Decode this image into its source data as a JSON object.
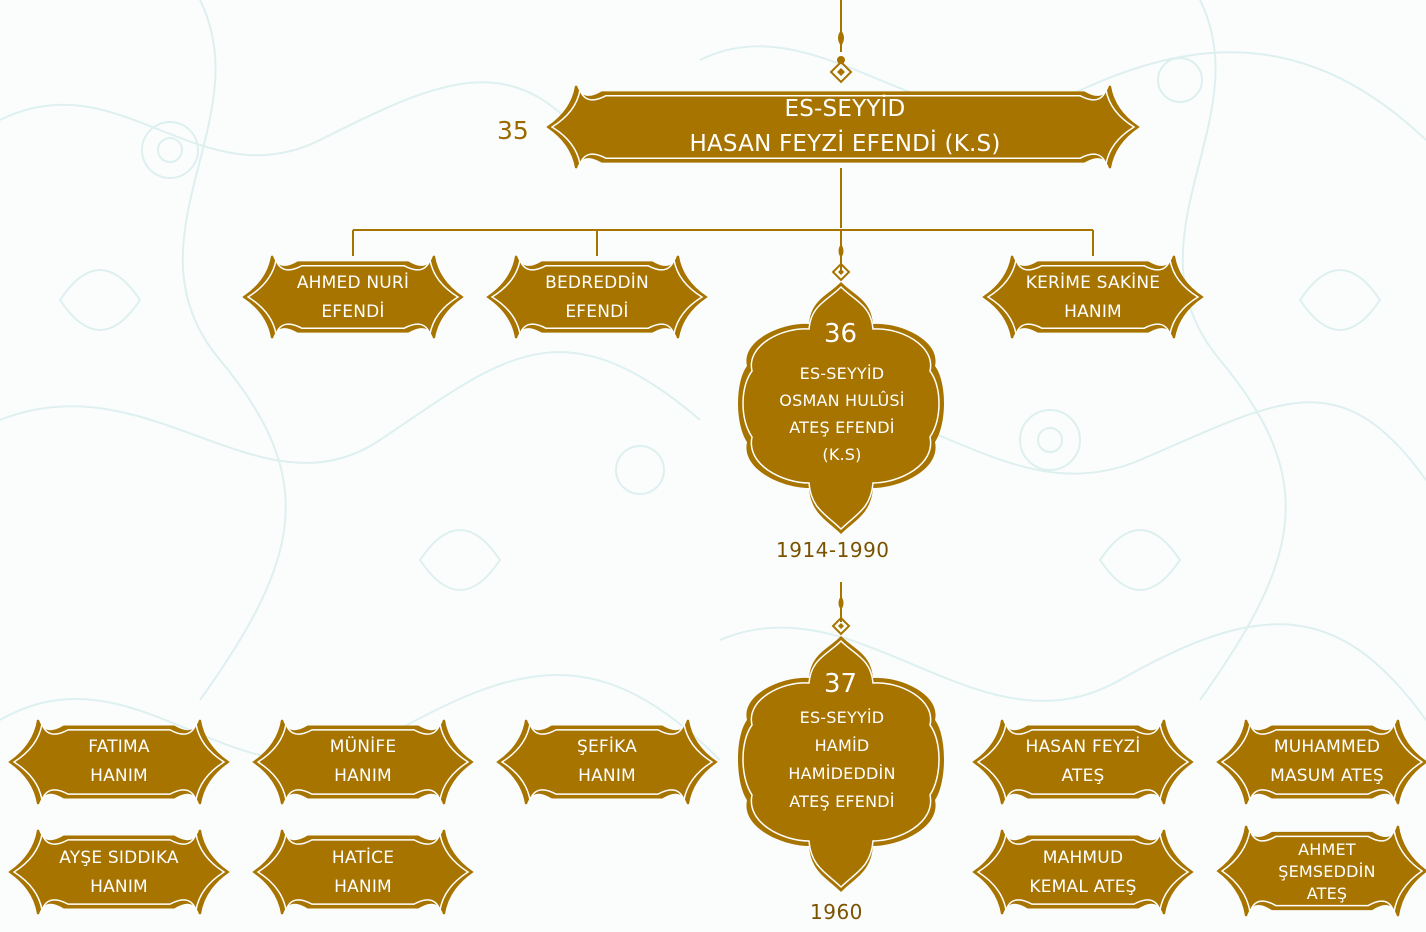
{
  "colors": {
    "node_fill": "#a77400",
    "node_border": "#ffffff",
    "outline": "#a77400",
    "text": "#ffffff",
    "number_text": "#9a6a00",
    "year_text": "#7a5200",
    "background_pattern": "#d7ecec"
  },
  "root": {
    "number": "35",
    "line1": "ES-SEYYİD",
    "line2": "HASAN FEYZİ EFENDİ (K.S)"
  },
  "children_36_level": [
    {
      "line1": "AHMED NURİ",
      "line2": "EFENDİ"
    },
    {
      "line1": "BEDREDDİN",
      "line2": "EFENDİ"
    },
    {
      "line1": "KERİME SAKİNE",
      "line2": "HANIM"
    }
  ],
  "successor_36": {
    "number": "36",
    "line1": "ES-SEYYİD",
    "line2": "OSMAN HULÛSİ",
    "line3": "ATEŞ EFENDİ",
    "line4": "(K.S)",
    "years": "1914-1990"
  },
  "successor_37": {
    "number": "37",
    "line1": "ES-SEYYİD",
    "line2": "HAMİD",
    "line3": "HAMİDEDDİN",
    "line4": "ATEŞ EFENDİ",
    "year": "1960"
  },
  "children_37_level": [
    {
      "line1": "FATIMA",
      "line2": "HANIM"
    },
    {
      "line1": "MÜNİFE",
      "line2": "HANIM"
    },
    {
      "line1": "ŞEFİKA",
      "line2": "HANIM"
    },
    {
      "line1": "AYŞE SIDDIKA",
      "line2": "HANIM"
    },
    {
      "line1": "HATİCE",
      "line2": "HANIM"
    },
    {
      "line1": "HASAN FEYZİ",
      "line2": "ATEŞ"
    },
    {
      "line1": "MUHAMMED",
      "line2": "MASUM ATEŞ"
    },
    {
      "line1": "MAHMUD",
      "line2": "KEMAL ATEŞ"
    },
    {
      "line1": "AHMET",
      "line2": "ŞEMSEDDİN",
      "line3": "ATEŞ"
    }
  ]
}
